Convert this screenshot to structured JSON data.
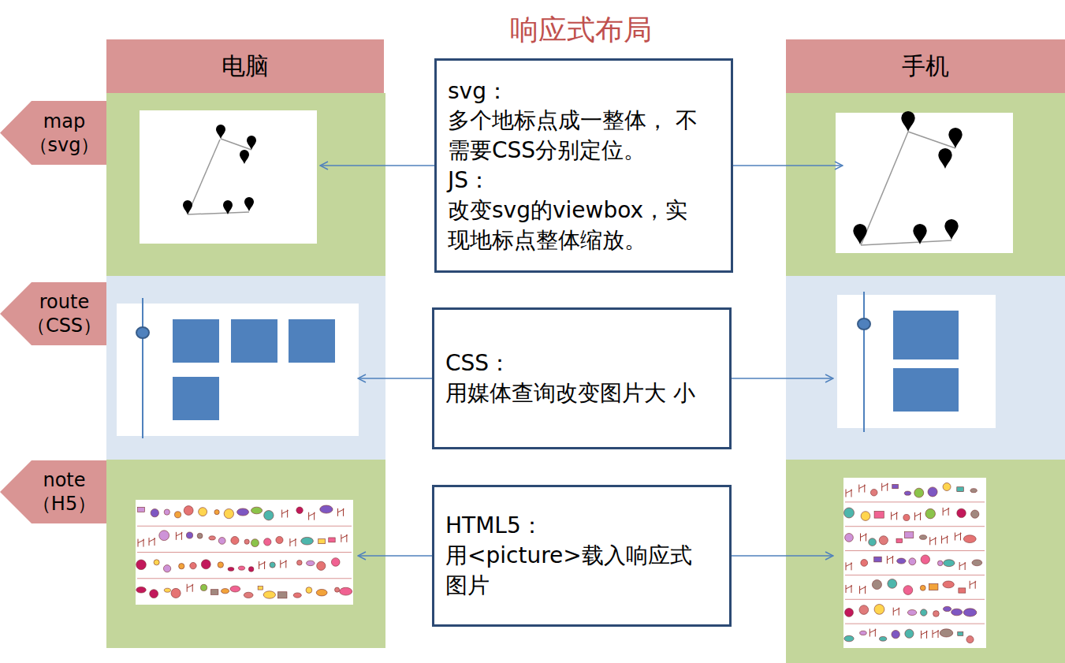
{
  "diagram": {
    "title": "响应式布局",
    "nodes": [
      {
        "text": [
          "电脑"
        ]
      },
      {
        "text": [
          "手机"
        ]
      },
      {
        "text": [
          "map （svg）"
        ]
      },
      {
        "text": [
          "svg：",
          "多个地标点成一整体， 不需要CSS分别定位。",
          "JS：",
          "改变svg的viewbox，实 现地标点整体缩放。"
        ]
      },
      {
        "text": [
          "route （CSS）"
        ]
      },
      {
        "text": [
          "CSS：",
          "用媒体查询改变图片大 小"
        ]
      },
      {
        "text": [
          "note （H5）"
        ]
      },
      {
        "text": [
          "HTML5：",
          "用<picture>载入响应式 图片"
        ]
      }
    ]
  }
}
